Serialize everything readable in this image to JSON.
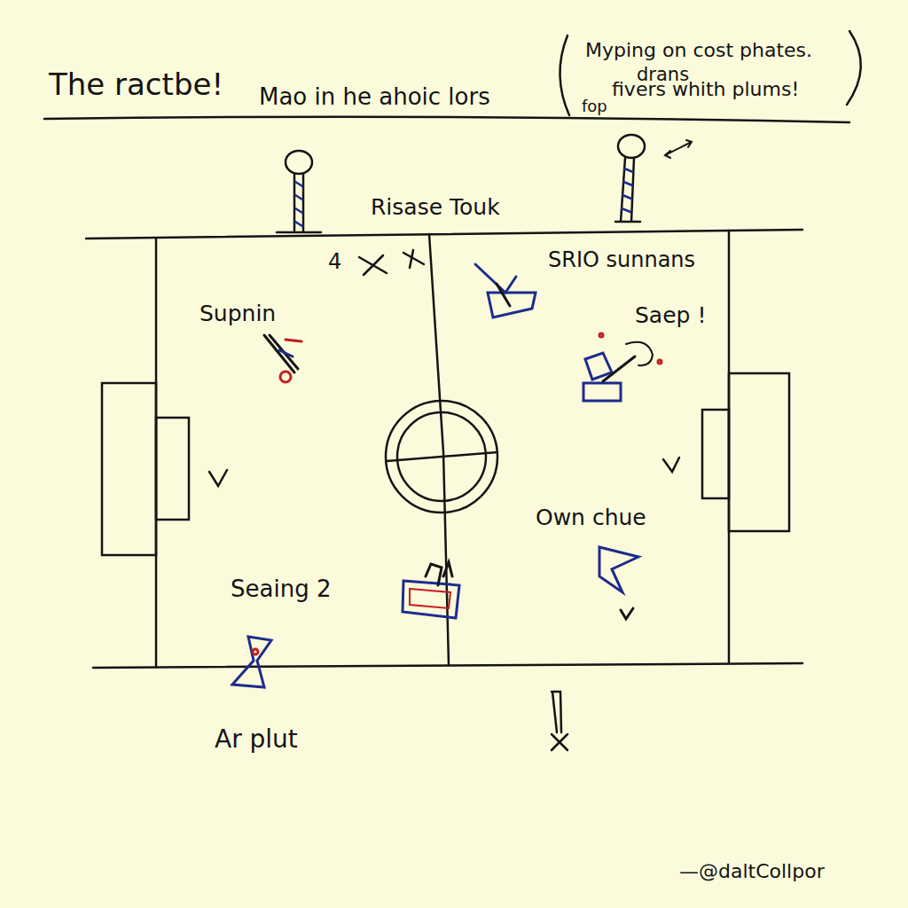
{
  "diagram": {
    "title": "The ractbe!",
    "labels": [
      "Mao in he ahoic lors",
      "Myping on cost phates.",
      "drans",
      "fivers whith plums!",
      "fop",
      "Risase Touk",
      "4",
      "Supnin",
      "SRIO sunnans",
      "Saep !",
      "Own chue",
      "Seaing 2",
      "Ar plut",
      "—@daltCollpor"
    ]
  }
}
